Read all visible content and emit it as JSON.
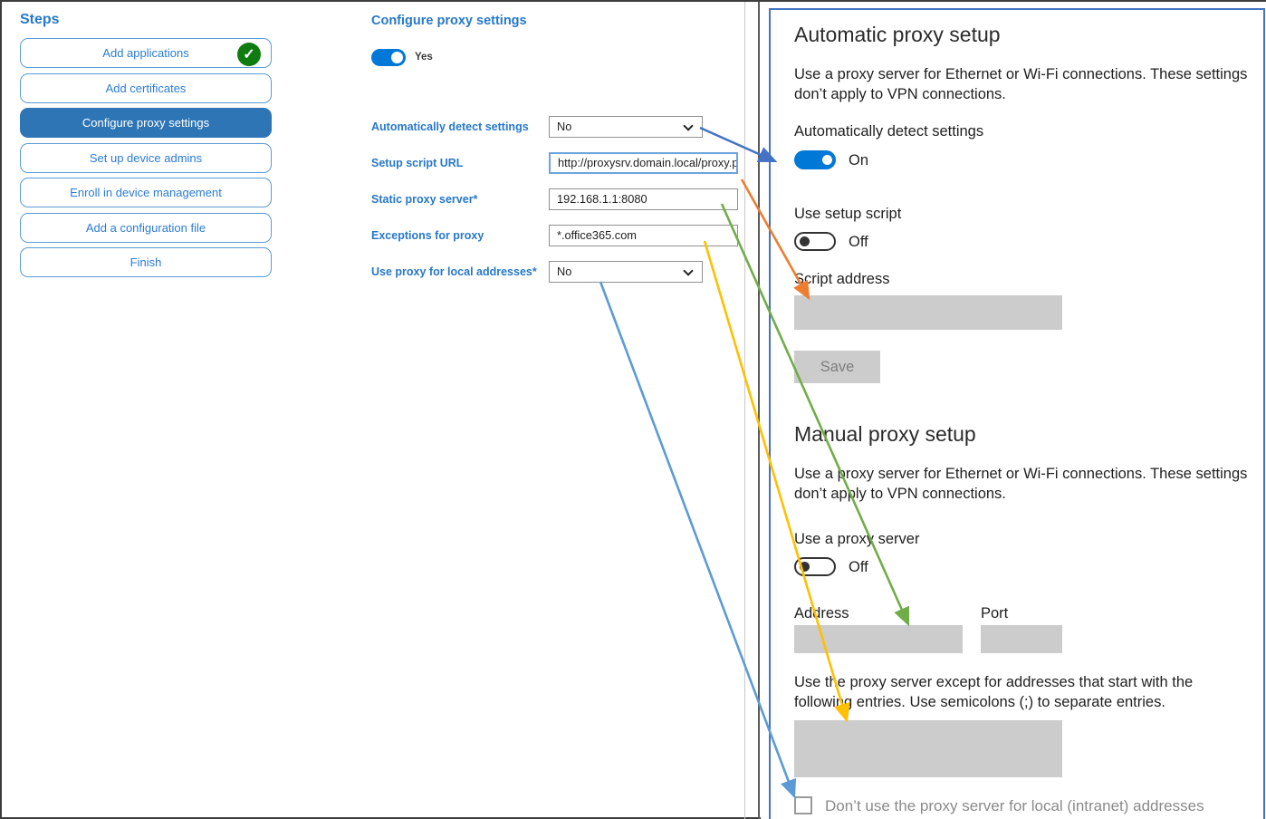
{
  "steps": {
    "title": "Steps",
    "items": [
      {
        "label": "Add applications",
        "status": "completed"
      },
      {
        "label": "Add certificates",
        "status": ""
      },
      {
        "label": "Configure proxy settings",
        "status": "selected"
      },
      {
        "label": "Set up device admins",
        "status": ""
      },
      {
        "label": "Enroll in device management",
        "status": ""
      },
      {
        "label": "Add a configuration file",
        "status": ""
      },
      {
        "label": "Finish",
        "status": ""
      }
    ]
  },
  "form": {
    "title": "Configure proxy settings",
    "enable_toggle_state": "Yes",
    "fields": [
      {
        "label": "Automatically detect settings",
        "value": "No",
        "control": "select"
      },
      {
        "label": "Setup script URL",
        "value": "http://proxysrv.domain.local/proxy.pa",
        "control": "text"
      },
      {
        "label": "Static proxy server*",
        "value": "192.168.1.1:8080",
        "control": "text"
      },
      {
        "label": "Exceptions for proxy",
        "value": "*.office365.com",
        "control": "text"
      },
      {
        "label": "Use proxy for local addresses*",
        "value": "No",
        "control": "select"
      }
    ]
  },
  "settings": {
    "automatic": {
      "heading": "Automatic proxy setup",
      "description": "Use a proxy server for Ethernet or Wi-Fi connections. These settings don’t apply to VPN connections.",
      "auto_detect_label": "Automatically detect settings",
      "auto_detect_state": "On",
      "setup_script_label": "Use setup script",
      "setup_script_state": "Off",
      "script_address_label": "Script address",
      "save_button": "Save"
    },
    "manual": {
      "heading": "Manual proxy setup",
      "description": "Use a proxy server for Ethernet or Wi-Fi connections. These settings don’t apply to VPN connections.",
      "use_proxy_label": "Use a proxy server",
      "use_proxy_state": "Off",
      "address_label": "Address",
      "port_label": "Port",
      "exceptions_note": "Use the proxy server except for addresses that start with the following entries. Use semicolons (;) to separate entries.",
      "local_checkbox_label": "Don’t use the proxy server for local (intranet) addresses"
    }
  },
  "icons": {
    "completed_check": "✓"
  },
  "arrows": [
    {
      "name": "auto-detect-mapping",
      "color": "#4472C4"
    },
    {
      "name": "setup-script-mapping",
      "color": "#ED7D31"
    },
    {
      "name": "static-proxy-mapping",
      "color": "#70AD47"
    },
    {
      "name": "exceptions-mapping",
      "color": "#FFC000"
    },
    {
      "name": "local-addresses-mapping",
      "color": "#5B9BD5"
    }
  ],
  "colors": {
    "accent": "#2778C8",
    "selected_step": "#2E75B6",
    "toggle_on": "#0078D7",
    "complete_green": "#107C10",
    "panel_border": "#4472C4",
    "disabled_gray": "#CCCCCC"
  }
}
